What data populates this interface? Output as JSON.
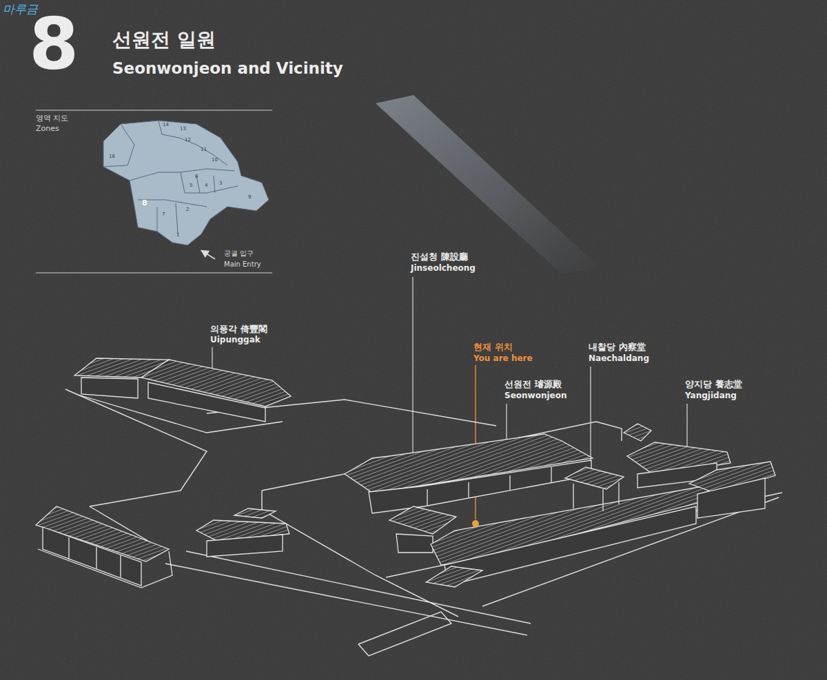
{
  "diagram": {
    "title": "선원전 일원",
    "labels": [
      "마루금",
      "8",
      "Seonwonjeon and Vicinity",
      "영역 지도",
      "Zones",
      "14",
      "13",
      "12",
      "11",
      "10",
      "16",
      "6",
      "5",
      "4",
      "3",
      "9",
      "2",
      "7",
      "8",
      "1",
      "궁궐 입구",
      "Main Entry",
      "의풍각 倚豐閣",
      "Uipunggak",
      "진설청 陳設廳",
      "Jinseolcheong",
      "현재 위치",
      "You are here",
      "선원전 璿源殿",
      "Seonwonjeon",
      "내찰당 內察堂",
      "Naechaldang",
      "양지당 養志堂",
      "Yangjidang"
    ]
  }
}
